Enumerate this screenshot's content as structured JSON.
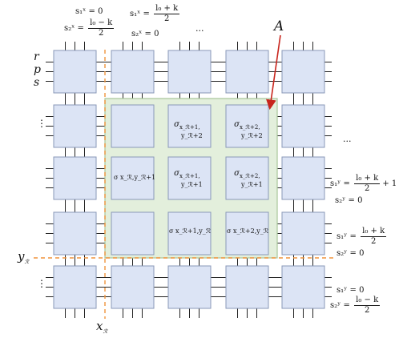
{
  "diagram": {
    "grid": {
      "rows": 5,
      "cols": 5
    },
    "colors": {
      "cell_fill": "#dce4f5",
      "cell_stroke": "#8a98b8",
      "region_fill": "#e3efdc",
      "region_stroke": "#a8c69a",
      "dashed_line": "#f0943c",
      "arrow": "#c8251d",
      "wire": "#222222"
    },
    "pointer_label": "A",
    "row_labels": [
      "r",
      "p",
      "s"
    ],
    "ellipsis": "...",
    "ellipsis_vertical": "⋮",
    "axis_x": {
      "base": "x",
      "sub": "ℛ"
    },
    "axis_y": {
      "base": "y",
      "sub": "ℛ"
    },
    "top_labels": {
      "col0_line1": "s₁ˣ = 0",
      "col0_line2_lhs": "s₂ˣ =",
      "col0_line2_num": "l₀ − k",
      "col0_line2_den": "2",
      "col1_line1_lhs": "s₁ˣ =",
      "col1_line1_num": "l₀ + k",
      "col1_line1_den": "2",
      "col1_line2": "s₂ˣ = 0"
    },
    "right_labels": {
      "row2_line1_lhs": "s₁ʸ =",
      "row2_line1_num": "l₀ + k",
      "row2_line1_den": "2",
      "row2_line1_tail": "+ 1",
      "row2_line2": "s₂ʸ = 0",
      "row3_line1_lhs": "s₁ʸ =",
      "row3_line1_num": "l₀ + k",
      "row3_line1_den": "2",
      "row3_line2": "s₂ʸ = 0",
      "row4_line1": "s₁ʸ = 0",
      "row4_line2_lhs": "s₂ʸ =",
      "row4_line2_num": "l₀ − k",
      "row4_line2_den": "2"
    },
    "cell_labels": {
      "r1c2_l1": "σ",
      "r1c2_sub1": "x_ℛ+1,",
      "r1c2_l2": "y_ℛ+2",
      "r1c3_sub1": "x_ℛ+2,",
      "r1c3_l2": "y_ℛ+2",
      "r2c1": "σ x_ℛ,y_ℛ+1",
      "r2c2_sub1": "x_ℛ+1,",
      "r2c2_l2": "y_ℛ+1",
      "r2c3_sub1": "x_ℛ+2,",
      "r2c3_l2": "y_ℛ+1",
      "r3c2": "σ x_ℛ+1,y_ℛ",
      "r3c3": "σ x_ℛ+2,y_ℛ"
    }
  }
}
